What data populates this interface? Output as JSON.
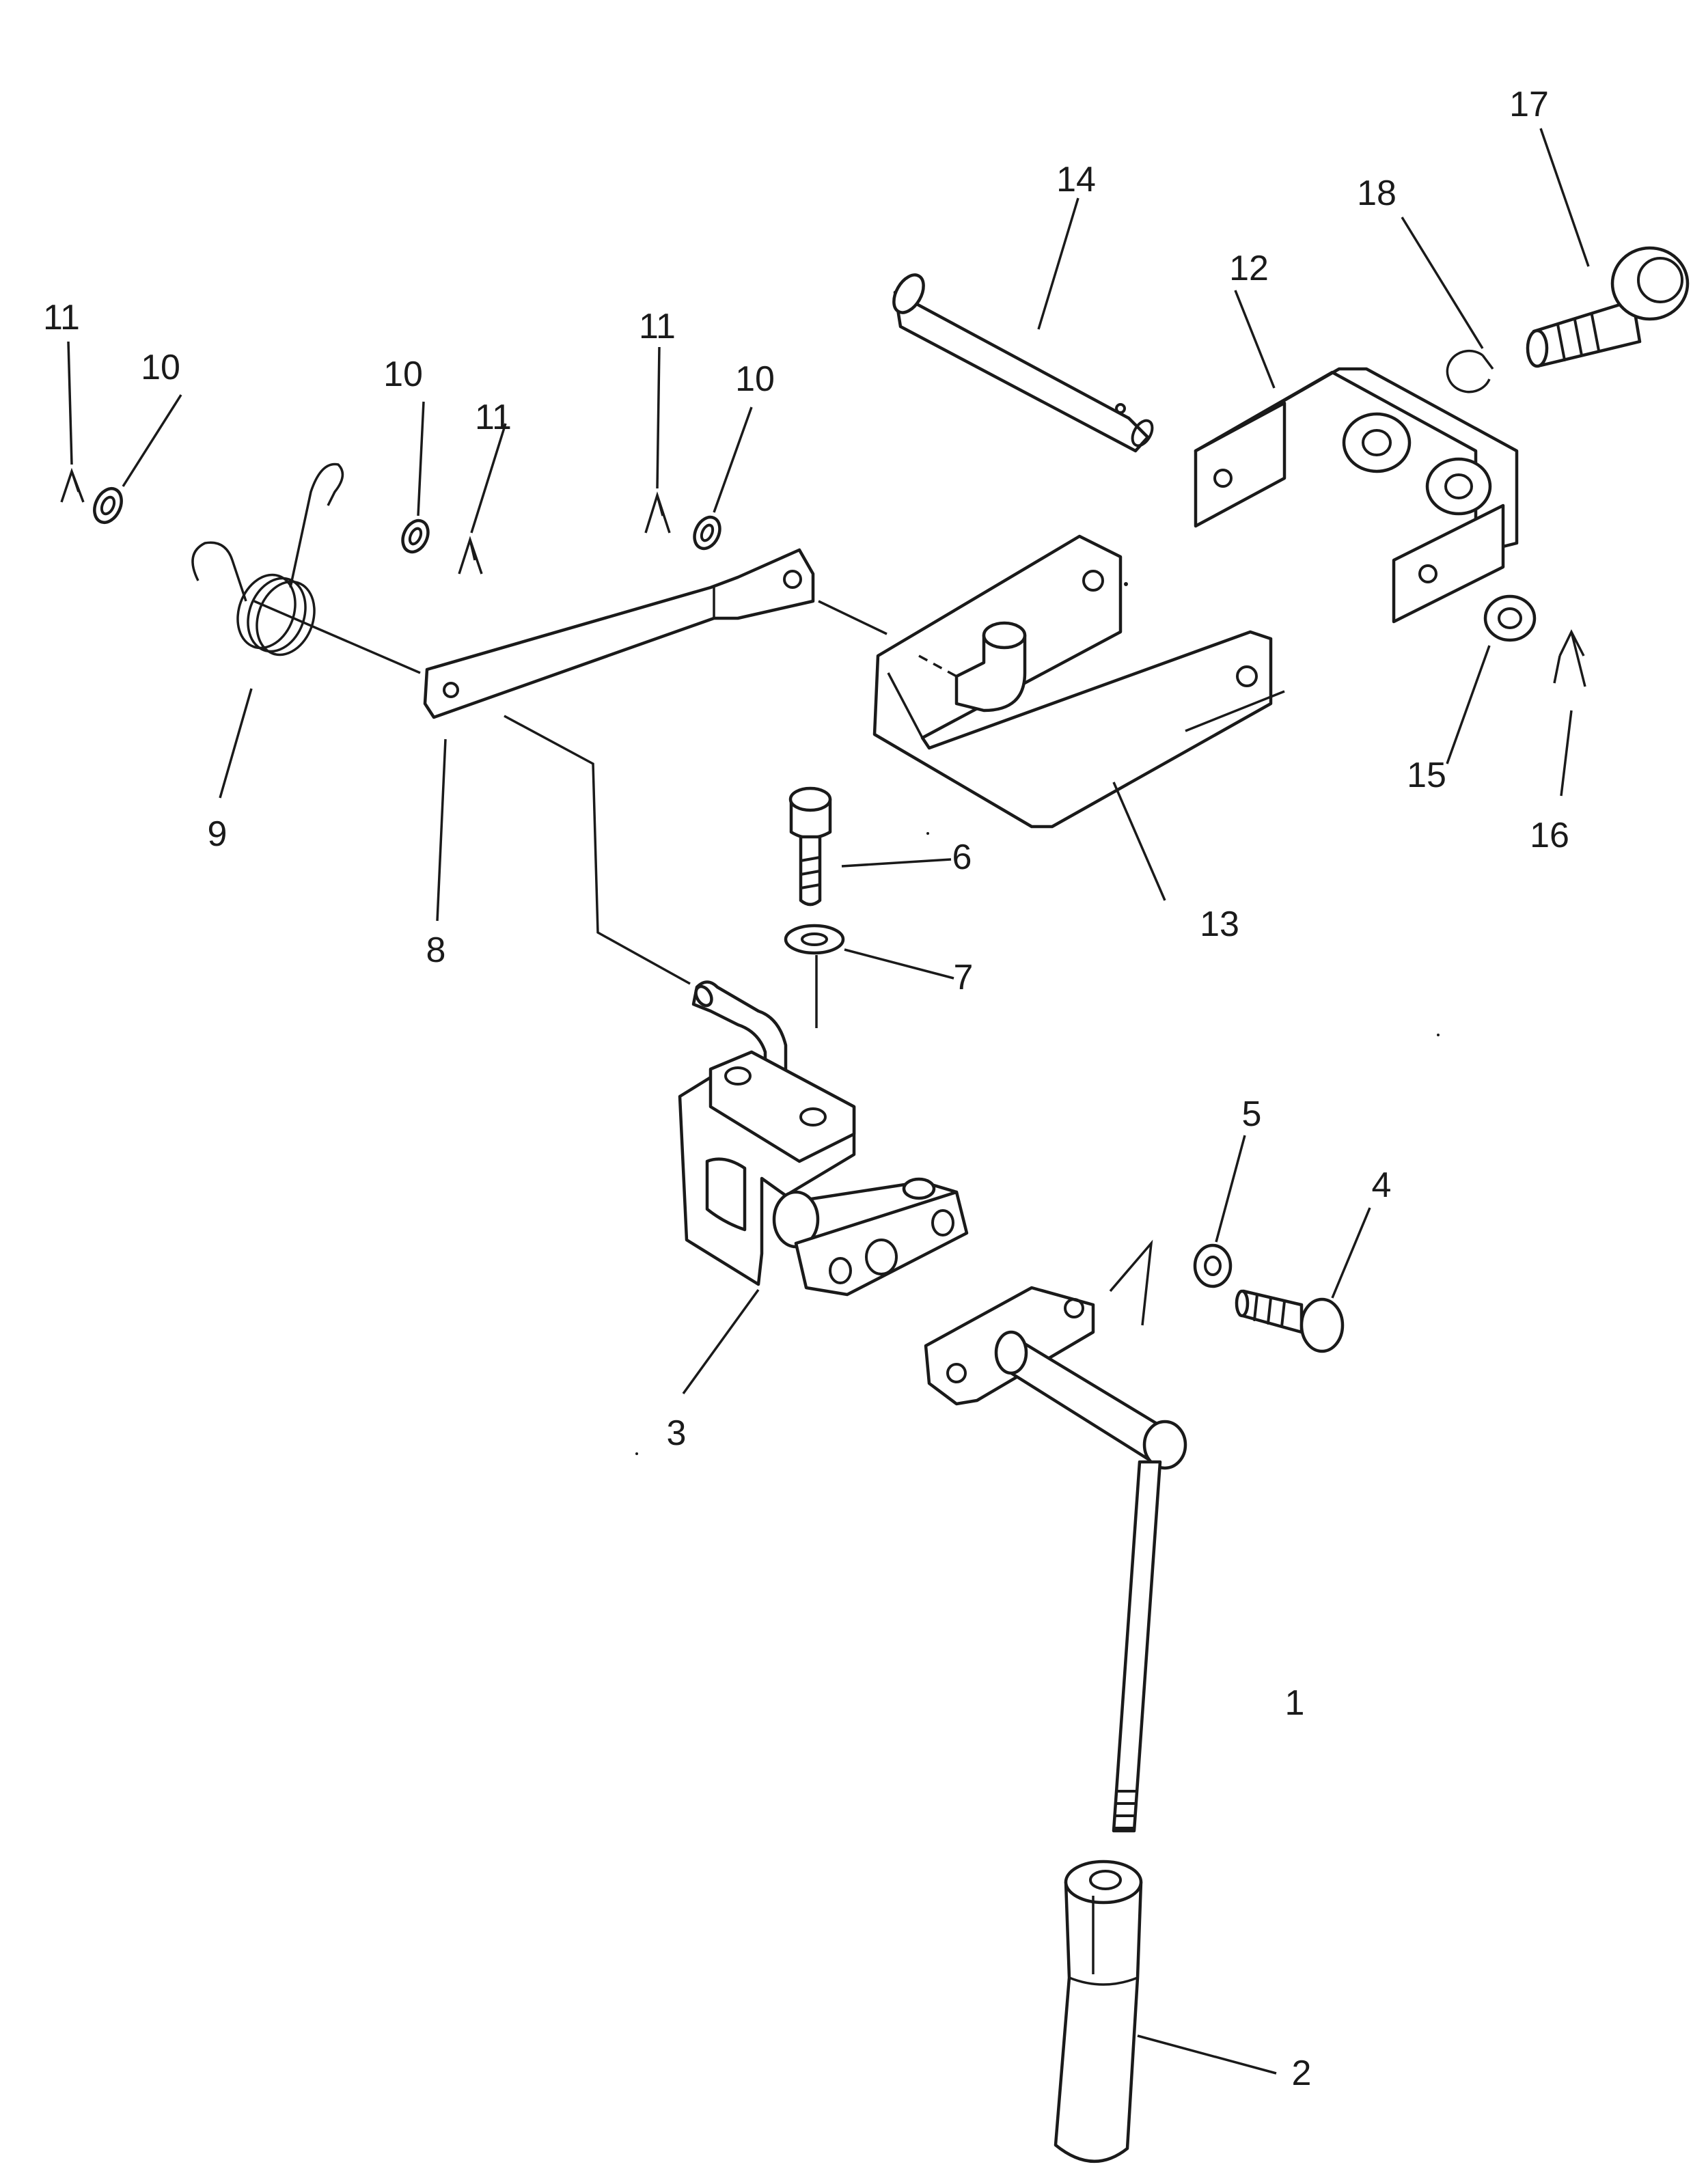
{
  "diagram": {
    "callouts": [
      {
        "id": "c1",
        "text": "1"
      },
      {
        "id": "c2",
        "text": "2"
      },
      {
        "id": "c3",
        "text": "3"
      },
      {
        "id": "c4",
        "text": "4"
      },
      {
        "id": "c5",
        "text": "5"
      },
      {
        "id": "c6",
        "text": "6"
      },
      {
        "id": "c7",
        "text": "7"
      },
      {
        "id": "c8",
        "text": "8"
      },
      {
        "id": "c9",
        "text": "9"
      },
      {
        "id": "c10a",
        "text": "10"
      },
      {
        "id": "c10b",
        "text": "10"
      },
      {
        "id": "c10c",
        "text": "10"
      },
      {
        "id": "c11a",
        "text": "11"
      },
      {
        "id": "c11b",
        "text": "11"
      },
      {
        "id": "c11c",
        "text": "11"
      },
      {
        "id": "c12",
        "text": "12"
      },
      {
        "id": "c13",
        "text": "13"
      },
      {
        "id": "c14",
        "text": "14"
      },
      {
        "id": "c15",
        "text": "15"
      },
      {
        "id": "c16",
        "text": "16"
      },
      {
        "id": "c17",
        "text": "17"
      },
      {
        "id": "c18",
        "text": "18"
      }
    ]
  }
}
